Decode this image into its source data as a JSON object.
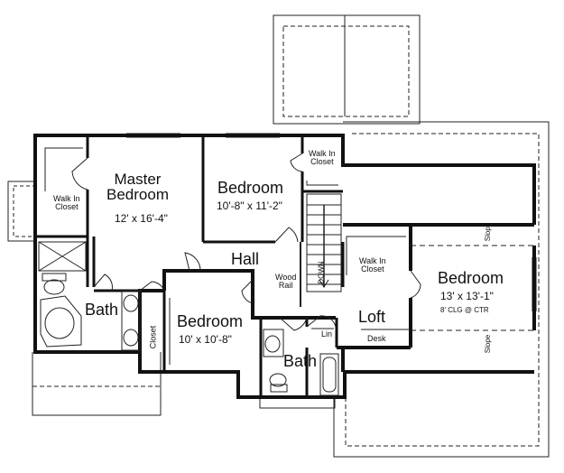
{
  "rooms": {
    "master": {
      "name": "Master\nBedroom",
      "size": "12' x 16'-4\""
    },
    "bed_center": {
      "name": "Bedroom",
      "size": "10'-8\" x 11'-2\""
    },
    "bed_right": {
      "name": "Bedroom",
      "size": "13' x 13'-1\"",
      "note": "8' CLG @ CTR"
    },
    "bed_bottom": {
      "name": "Bedroom",
      "size": "10' x 10'-8\""
    },
    "hall": "Hall",
    "loft": "Loft",
    "bath_left": "Bath",
    "bath_right": "Bath"
  },
  "labels": {
    "walk_in_closet_left": "Walk In\nCloset",
    "walk_in_closet_top": "Walk In\nCloset",
    "walk_in_closet_loft": "Walk In\nCloset",
    "closet": "Closet",
    "wood_rail": "Wood\nRail",
    "down": "DOWN",
    "lin": "Lin",
    "desk": "Desk",
    "slope_top": "Slope",
    "slope_bottom": "Slope"
  }
}
